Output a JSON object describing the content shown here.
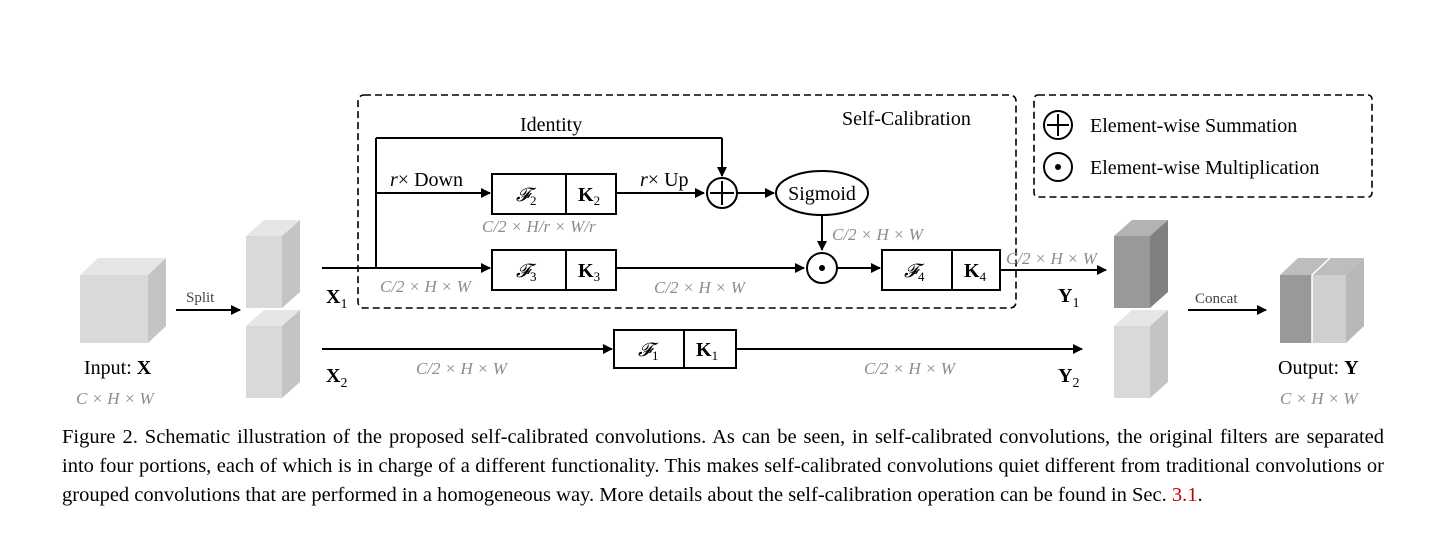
{
  "diagram": {
    "input_label": "Input: ",
    "input_var": "X",
    "input_dim": "C × H × W",
    "split_label": "Split",
    "x1_label": "X",
    "x1_sub": "1",
    "x2_label": "X",
    "x2_sub": "2",
    "identity_label": "Identity",
    "self_calibration_label": "Self-Calibration",
    "down_prefix": "r",
    "down_label": "× Down",
    "up_prefix": "r",
    "up_label": "× Up",
    "sigmoid_label": "Sigmoid",
    "f2": "𝓕",
    "f2_sub": "2",
    "k2": "K",
    "k2_sub": "2",
    "f3": "𝓕",
    "f3_sub": "3",
    "k3": "K",
    "k3_sub": "3",
    "f4": "𝓕",
    "f4_sub": "4",
    "k4": "K",
    "k4_sub": "4",
    "f1": "𝓕",
    "f1_sub": "1",
    "k1": "K",
    "k1_sub": "1",
    "dim_down": "C/2 × H/r × W/r",
    "dim_half_a": "C/2 × H × W",
    "dim_half_b": "C/2 × H × W",
    "dim_half_c": "C/2 × H × W",
    "dim_half_d": "C/2 × H × W",
    "dim_half_e": "C/2 × H × W",
    "dim_half_f": "C/2 × H × W",
    "y1_label": "Y",
    "y1_sub": "1",
    "y2_label": "Y",
    "y2_sub": "2",
    "concat_label": "Concat",
    "output_label": "Output: ",
    "output_var": "Y",
    "output_dim": "C × H × W",
    "legend_sum": "Element-wise Summation",
    "legend_mult": "Element-wise Multiplication"
  },
  "caption": {
    "text": "Figure 2. Schematic illustration of the proposed self-calibrated convolutions. As can be seen, in self-calibrated convolutions, the original filters are separated into four portions, each of which is in charge of a different functionality. This makes self-calibrated convolutions quiet different from traditional convolutions or grouped convolutions that are performed in a homogeneous way. More details about the self-calibration operation can be found in Sec. ",
    "ref": "3.1",
    "end": "."
  }
}
